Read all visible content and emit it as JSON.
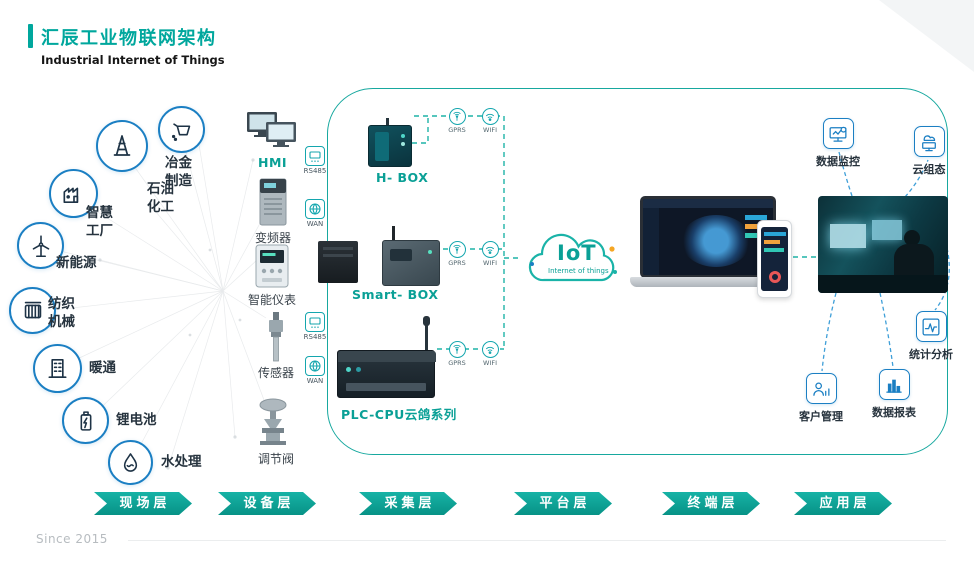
{
  "colors": {
    "teal": "#00A79D",
    "blue": "#1B7FC3"
  },
  "header": {
    "title": "汇辰工业物联网架构",
    "subtitle": "Industrial Internet of Things"
  },
  "industries": [
    {
      "label": "石油化工"
    },
    {
      "label": "冶金制造"
    },
    {
      "label": "智慧工厂"
    },
    {
      "label": "新能源"
    },
    {
      "label": "纺织机械"
    },
    {
      "label": "暖通"
    },
    {
      "label": "锂电池"
    },
    {
      "label": "水处理"
    }
  ],
  "devices": [
    {
      "label": "HMI"
    },
    {
      "label": "变频器"
    },
    {
      "label": "智能仪表"
    },
    {
      "label": "传感器"
    },
    {
      "label": "调节阀"
    }
  ],
  "gateways": [
    {
      "label": "H- BOX"
    },
    {
      "label": "Smart- BOX"
    },
    {
      "label": "PLC-CPU云鸽系列"
    }
  ],
  "badges": {
    "gprs": "GPRS",
    "wifi": "WIFI"
  },
  "ports": {
    "rs485": "RS485",
    "wan": "WAN"
  },
  "cloud": {
    "title": "IoT",
    "subtitle": "Internet of things"
  },
  "applications": [
    {
      "label": "数据监控"
    },
    {
      "label": "云组态"
    },
    {
      "label": "统计分析"
    },
    {
      "label": "客户管理"
    },
    {
      "label": "数据报表"
    }
  ],
  "layers": [
    {
      "label": "现场层"
    },
    {
      "label": "设备层"
    },
    {
      "label": "采集层"
    },
    {
      "label": "平台层"
    },
    {
      "label": "终端层"
    },
    {
      "label": "应用层"
    }
  ],
  "footer": {
    "since": "Since 2015"
  }
}
